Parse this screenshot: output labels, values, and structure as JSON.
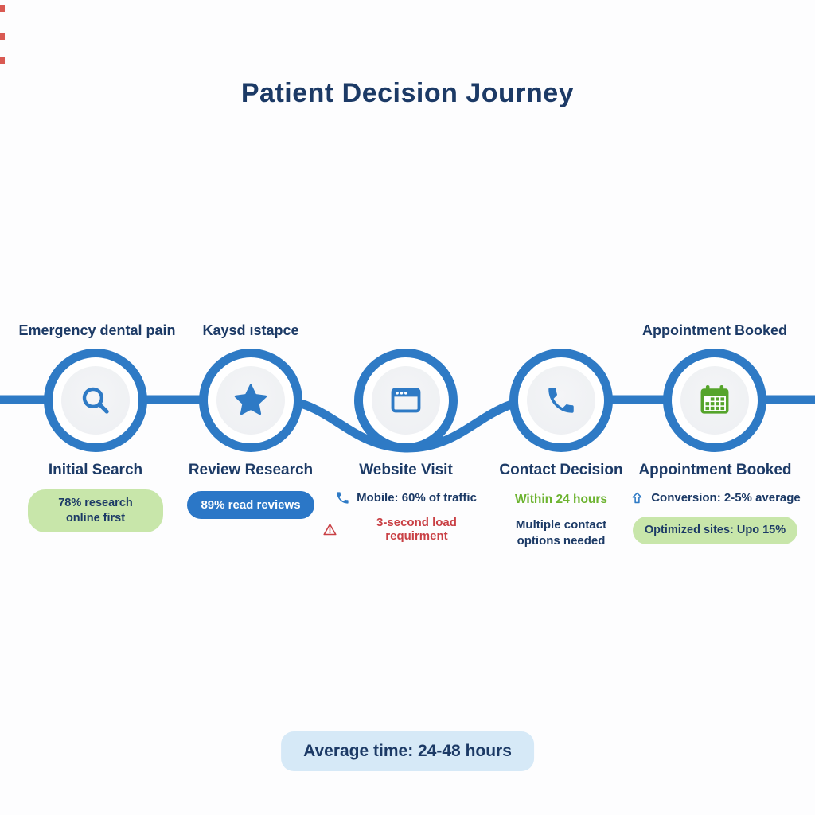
{
  "title": "Patient Decision Journey",
  "footer": {
    "average_time": "Average time: 24-48 hours"
  },
  "colors": {
    "navy": "#1c3a66",
    "blue": "#2e7ac5",
    "green": "#55a42b",
    "green_text": "#6cb32f",
    "light_green_pill": "#c8e6aa",
    "blue_pill": "#2b77c7",
    "red": "#c94045",
    "light_blue_pill": "#d6e9f7"
  },
  "timeline": {
    "steps": [
      {
        "title": "Initial Search",
        "label_above": "Emergency dental pain",
        "icon": "search-icon",
        "badge": "78% research online first"
      },
      {
        "title": "Review Research",
        "label_above": "Kaysd ıstapce",
        "icon": "star-icon",
        "badge": "89% read reviews"
      },
      {
        "title": "Website Visit",
        "icon": "browser-window-icon",
        "stat_mobile": "Mobile: 60% of traffic",
        "stat_load": "3-second load requirment"
      },
      {
        "title": "Contact Decision",
        "icon": "phone-icon",
        "stat_time": "Within 24 hours",
        "stat_options": "Multiple contact options needed"
      },
      {
        "title": "Appointment Booked",
        "label_above": "Appointment Booked",
        "icon": "calendar-icon",
        "stat_conversion": "Conversion: 2-5% average",
        "badge": "Optimized sites: Upo 15%"
      }
    ]
  }
}
